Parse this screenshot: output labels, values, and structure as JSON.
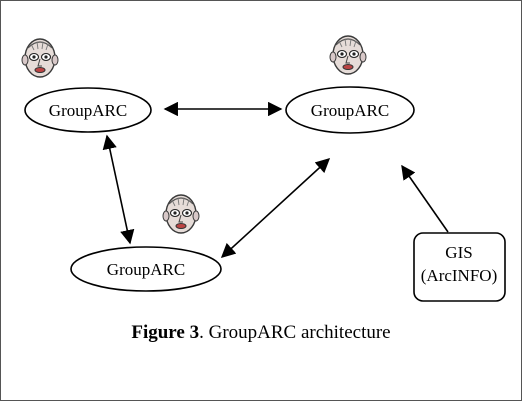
{
  "diagram": {
    "nodes": [
      {
        "id": "n1",
        "label": "GroupARC"
      },
      {
        "id": "n2",
        "label": "GroupARC"
      },
      {
        "id": "n3",
        "label": "GroupARC"
      }
    ],
    "gis": {
      "line1": "GIS",
      "line2": "(ArcINFO)"
    },
    "edges": [
      {
        "from": "n1",
        "to": "n2",
        "direction": "both"
      },
      {
        "from": "n1",
        "to": "n3",
        "direction": "both"
      },
      {
        "from": "n3",
        "to": "n2",
        "direction": "both"
      },
      {
        "from": "gis",
        "to": "n2",
        "direction": "forward"
      }
    ],
    "user_icons": [
      "user-face-icon",
      "user-face-icon",
      "user-face-icon"
    ]
  },
  "caption": {
    "label": "Figure 3",
    "text": ".  GroupARC architecture"
  }
}
